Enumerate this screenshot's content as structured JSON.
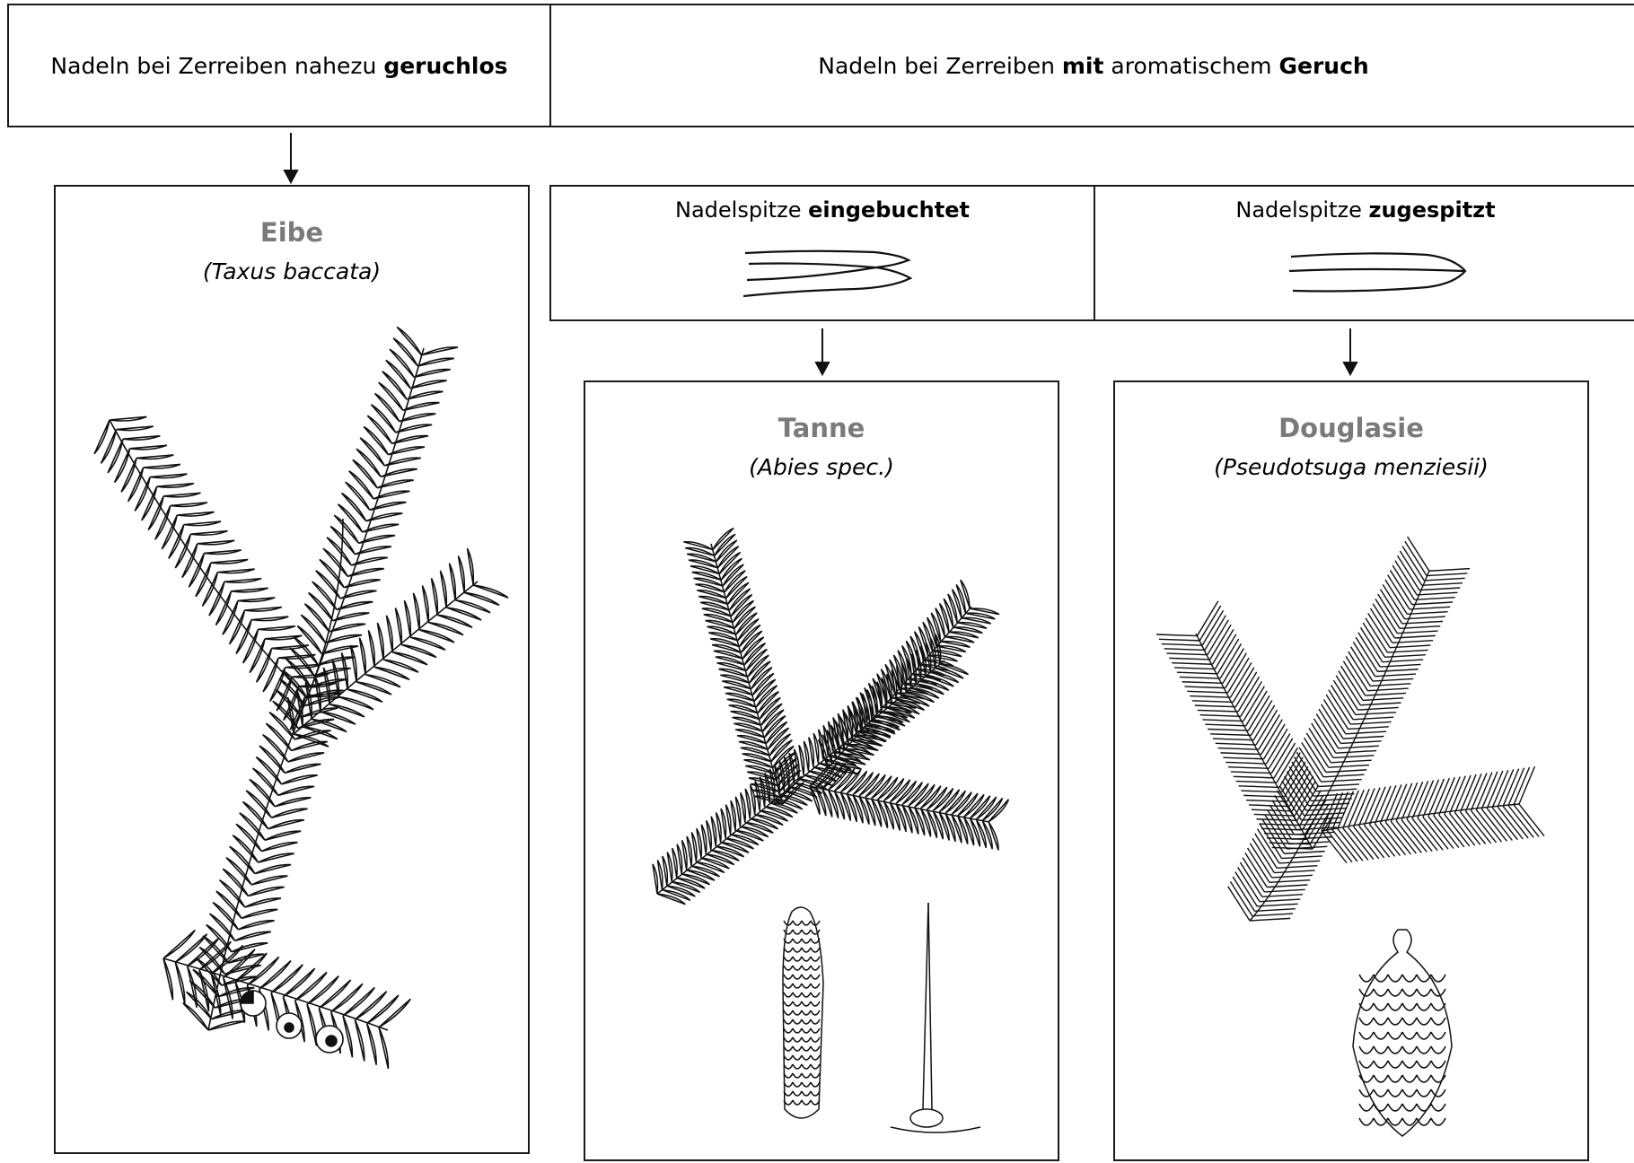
{
  "top_left": {
    "text": "Nadeln bei Zerreiben nahezu ",
    "bold": "geruchlos"
  },
  "top_right": {
    "text_a": "Nadeln bei Zerreiben ",
    "bold_a": "mit",
    "text_b": " aromatischem ",
    "bold_b": "Geruch"
  },
  "tip_notched": {
    "text": "Nadelspitze ",
    "bold": "eingebuchtet"
  },
  "tip_pointed": {
    "text": "Nadelspitze ",
    "bold": "zugespitzt"
  },
  "species": {
    "eibe": {
      "name": "Eibe",
      "latin": "(Taxus baccata)"
    },
    "tanne": {
      "name": "Tanne",
      "latin": "(Abies spec.)"
    },
    "douglasie": {
      "name": "Douglasie",
      "latin": "(Pseudotsuga menziesii)"
    }
  },
  "colors": {
    "species_name": "#7a7a7a",
    "border": "#1a1a1a"
  }
}
